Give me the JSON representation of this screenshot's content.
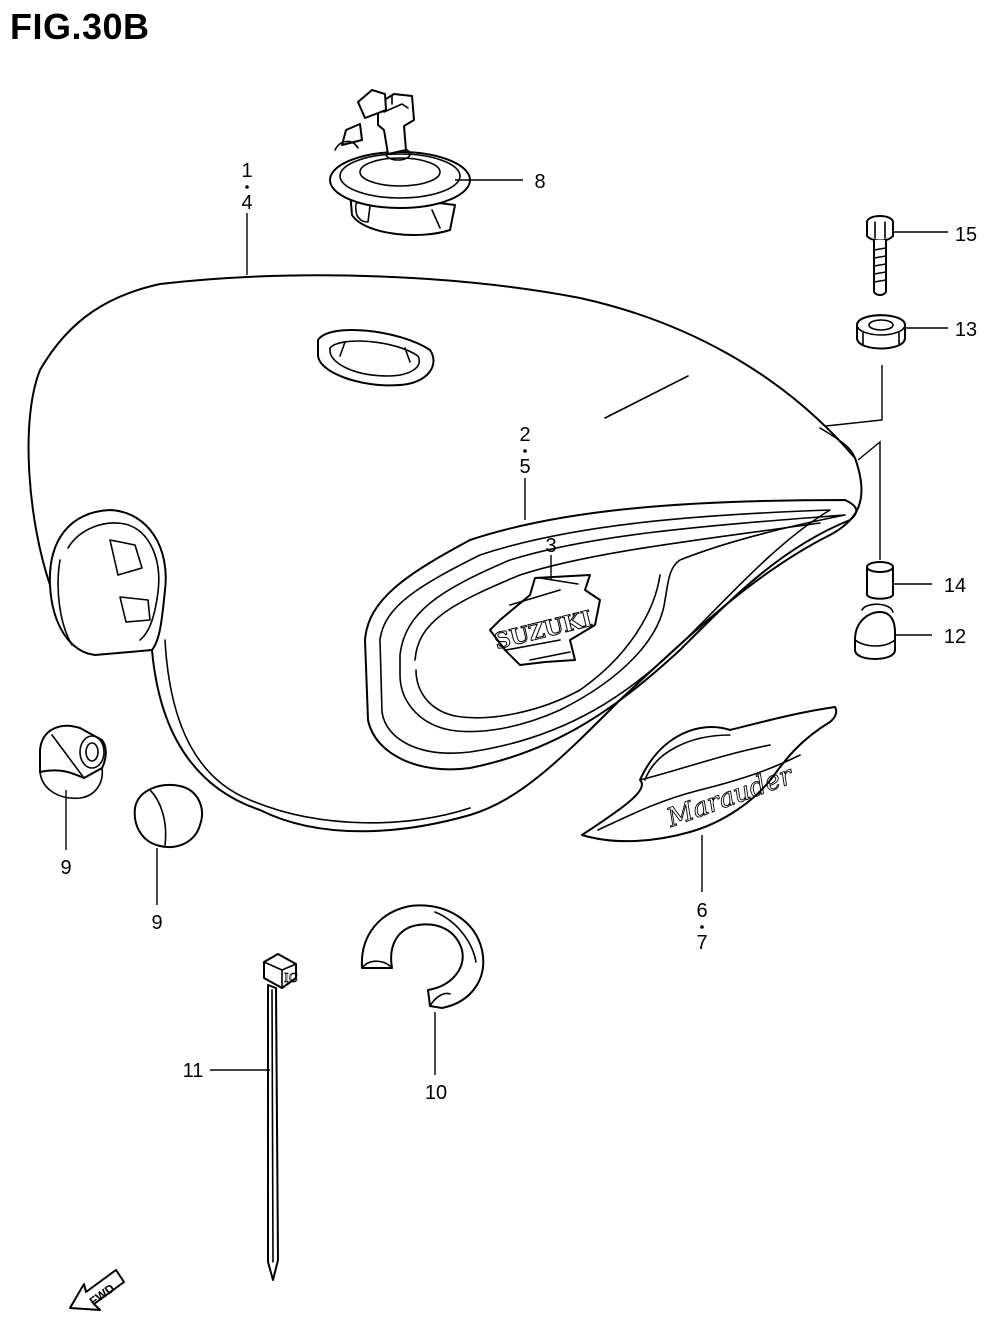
{
  "figure": {
    "title": "FIG.30B"
  },
  "callouts": {
    "c1": "1",
    "c4": "4",
    "c2": "2",
    "c5": "5",
    "c3": "3",
    "c6": "6",
    "c7": "7",
    "c8": "8",
    "c9a": "9",
    "c9b": "9",
    "c10": "10",
    "c11": "11",
    "c12": "12",
    "c13": "13",
    "c14": "14",
    "c15": "15"
  },
  "emblems": {
    "tank_logo": "SUZUKI",
    "side_emblem": "Marauder",
    "tie_tag": "IC"
  },
  "arrow": {
    "label": "FWD"
  }
}
